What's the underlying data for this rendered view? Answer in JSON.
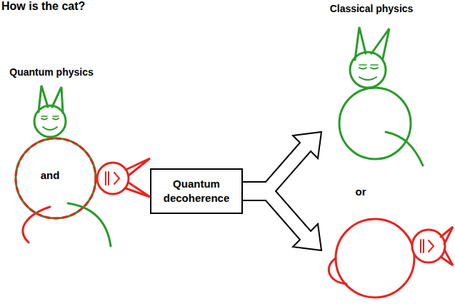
{
  "diagram": {
    "title": "How is the cat?",
    "nodes": [
      {
        "text": [
          "Quantum decoherence"
        ]
      }
    ],
    "labels": [
      "Quantum physics",
      "and",
      "Classical physics",
      "or"
    ]
  }
}
